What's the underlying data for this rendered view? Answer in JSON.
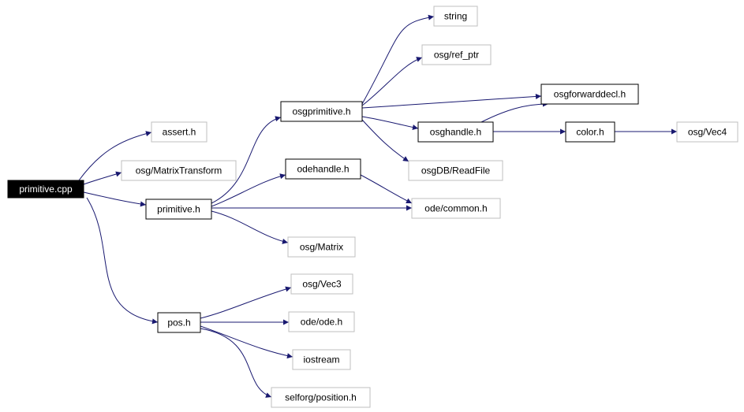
{
  "colors": {
    "edge": "#191970",
    "root_fill": "#000000",
    "root_text": "#ffffff",
    "project_border": "#000000",
    "external_border": "#bfbfbf",
    "node_text": "#000000"
  },
  "nodes": [
    {
      "id": "primitive_cpp",
      "label": "primitive.cpp",
      "kind": "root"
    },
    {
      "id": "assert_h",
      "label": "assert.h",
      "kind": "external"
    },
    {
      "id": "osg_matrixtransform",
      "label": "osg/MatrixTransform",
      "kind": "external"
    },
    {
      "id": "primitive_h",
      "label": "primitive.h",
      "kind": "project"
    },
    {
      "id": "pos_h",
      "label": "pos.h",
      "kind": "project"
    },
    {
      "id": "osgprimitive_h",
      "label": "osgprimitive.h",
      "kind": "project"
    },
    {
      "id": "odehandle_h",
      "label": "odehandle.h",
      "kind": "project"
    },
    {
      "id": "ode_common_h",
      "label": "ode/common.h",
      "kind": "external"
    },
    {
      "id": "osg_matrix",
      "label": "osg/Matrix",
      "kind": "external"
    },
    {
      "id": "string",
      "label": "string",
      "kind": "external"
    },
    {
      "id": "osg_ref_ptr",
      "label": "osg/ref_ptr",
      "kind": "external"
    },
    {
      "id": "osgforwarddecl_h",
      "label": "osgforwarddecl.h",
      "kind": "project"
    },
    {
      "id": "osghandle_h",
      "label": "osghandle.h",
      "kind": "project"
    },
    {
      "id": "osgdb_readfile",
      "label": "osgDB/ReadFile",
      "kind": "external"
    },
    {
      "id": "color_h",
      "label": "color.h",
      "kind": "project"
    },
    {
      "id": "osg_vec4",
      "label": "osg/Vec4",
      "kind": "external"
    },
    {
      "id": "osg_vec3",
      "label": "osg/Vec3",
      "kind": "external"
    },
    {
      "id": "ode_ode_h",
      "label": "ode/ode.h",
      "kind": "external"
    },
    {
      "id": "iostream",
      "label": "iostream",
      "kind": "external"
    },
    {
      "id": "selforg_position_h",
      "label": "selforg/position.h",
      "kind": "external"
    }
  ],
  "edges": [
    {
      "from": "primitive_cpp",
      "to": "assert_h"
    },
    {
      "from": "primitive_cpp",
      "to": "osg_matrixtransform"
    },
    {
      "from": "primitive_cpp",
      "to": "primitive_h"
    },
    {
      "from": "primitive_cpp",
      "to": "pos_h"
    },
    {
      "from": "primitive_h",
      "to": "osgprimitive_h"
    },
    {
      "from": "primitive_h",
      "to": "odehandle_h"
    },
    {
      "from": "primitive_h",
      "to": "ode_common_h"
    },
    {
      "from": "primitive_h",
      "to": "osg_matrix"
    },
    {
      "from": "osgprimitive_h",
      "to": "string"
    },
    {
      "from": "osgprimitive_h",
      "to": "osg_ref_ptr"
    },
    {
      "from": "osgprimitive_h",
      "to": "osgforwarddecl_h"
    },
    {
      "from": "osgprimitive_h",
      "to": "osghandle_h"
    },
    {
      "from": "osgprimitive_h",
      "to": "osgdb_readfile"
    },
    {
      "from": "osghandle_h",
      "to": "osgforwarddecl_h"
    },
    {
      "from": "osghandle_h",
      "to": "color_h"
    },
    {
      "from": "color_h",
      "to": "osg_vec4"
    },
    {
      "from": "odehandle_h",
      "to": "ode_common_h"
    },
    {
      "from": "pos_h",
      "to": "osg_vec3"
    },
    {
      "from": "pos_h",
      "to": "ode_ode_h"
    },
    {
      "from": "pos_h",
      "to": "iostream"
    },
    {
      "from": "pos_h",
      "to": "selforg_position_h"
    }
  ]
}
